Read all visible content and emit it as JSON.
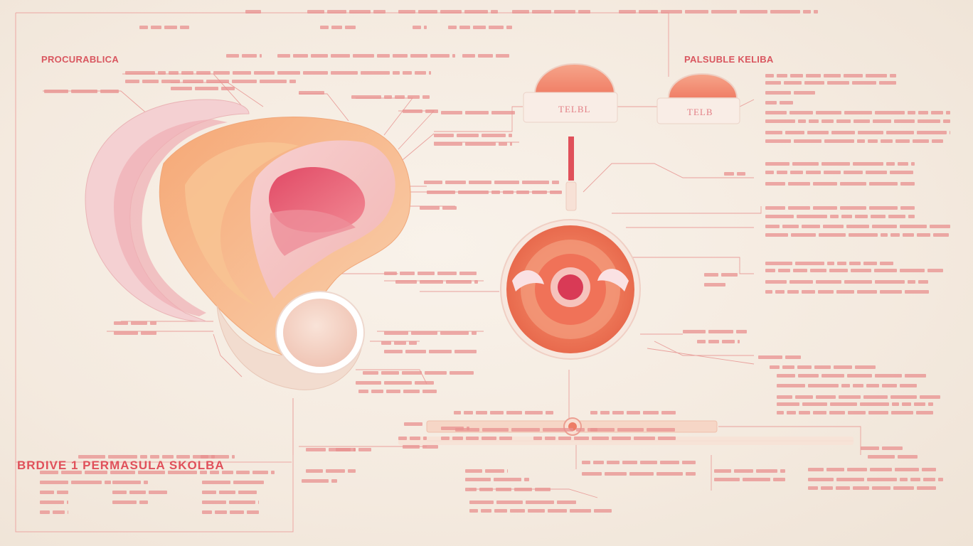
{
  "headings": {
    "left": "PROCURABLICA",
    "right": "PALSUBLE KELIBA",
    "bottom_left": "BRDIVE 1 PERMASULA SKOLBA"
  },
  "stamps": {
    "left": "TELBL",
    "right": "TELB"
  },
  "colors": {
    "background": "#f5ece2",
    "line": "#e98f8f",
    "accent": "#e0505a",
    "tissue_pink": "#f3c4c4",
    "tissue_orange": "#f4b486",
    "deep_red": "#d93a56"
  }
}
